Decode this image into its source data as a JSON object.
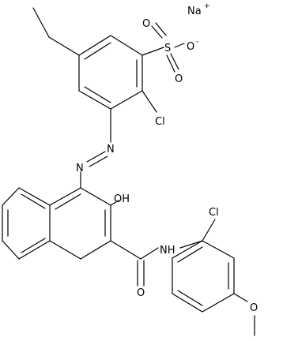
{
  "structure": {
    "counterion": "Na",
    "counterion_charge": "+",
    "labels": {
      "sulfonate_s": "S",
      "sulfonate_o1": "O",
      "sulfonate_o2": "O",
      "sulfonate_o_minus": "O",
      "minus": "-",
      "chloro_1": "Cl",
      "azo_n1": "N",
      "azo_n2": "N",
      "hydroxy": "OH",
      "amide_nh": "NH",
      "amide_o": "O",
      "chloro_2": "Cl",
      "methoxy_o": "O"
    }
  }
}
